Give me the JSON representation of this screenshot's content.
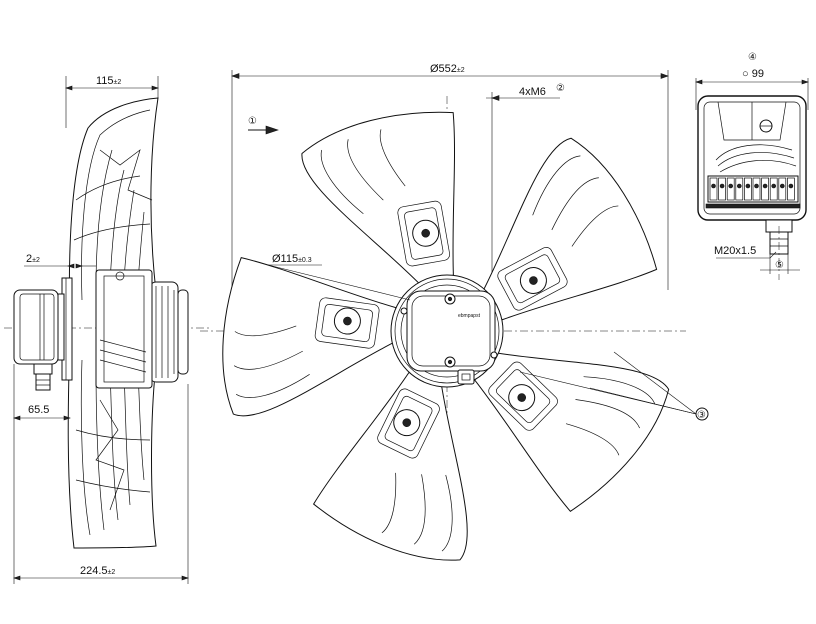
{
  "dimensions": {
    "side_width": {
      "value": "115",
      "tol": "±2"
    },
    "shaft_offset": {
      "value": "2",
      "tol": "±2"
    },
    "box_offset": {
      "value": "65.5",
      "tol": ""
    },
    "overall_depth": {
      "value": "224.5",
      "tol": "±2"
    },
    "diameter": {
      "value": "Ø552",
      "tol": "±2"
    },
    "bolts": {
      "value": "4xM6",
      "tol": ""
    },
    "bolt_circle": {
      "value": "Ø115",
      "tol": "±0.3"
    },
    "box_width": {
      "value": "○ 99",
      "tol": ""
    },
    "cable_gland": {
      "value": "M20x1.5",
      "tol": ""
    }
  },
  "callouts": {
    "c1": "①",
    "c2": "②",
    "c3": "③",
    "c4": "④",
    "c5": "⑤"
  },
  "plate_text": "ebmpapst"
}
